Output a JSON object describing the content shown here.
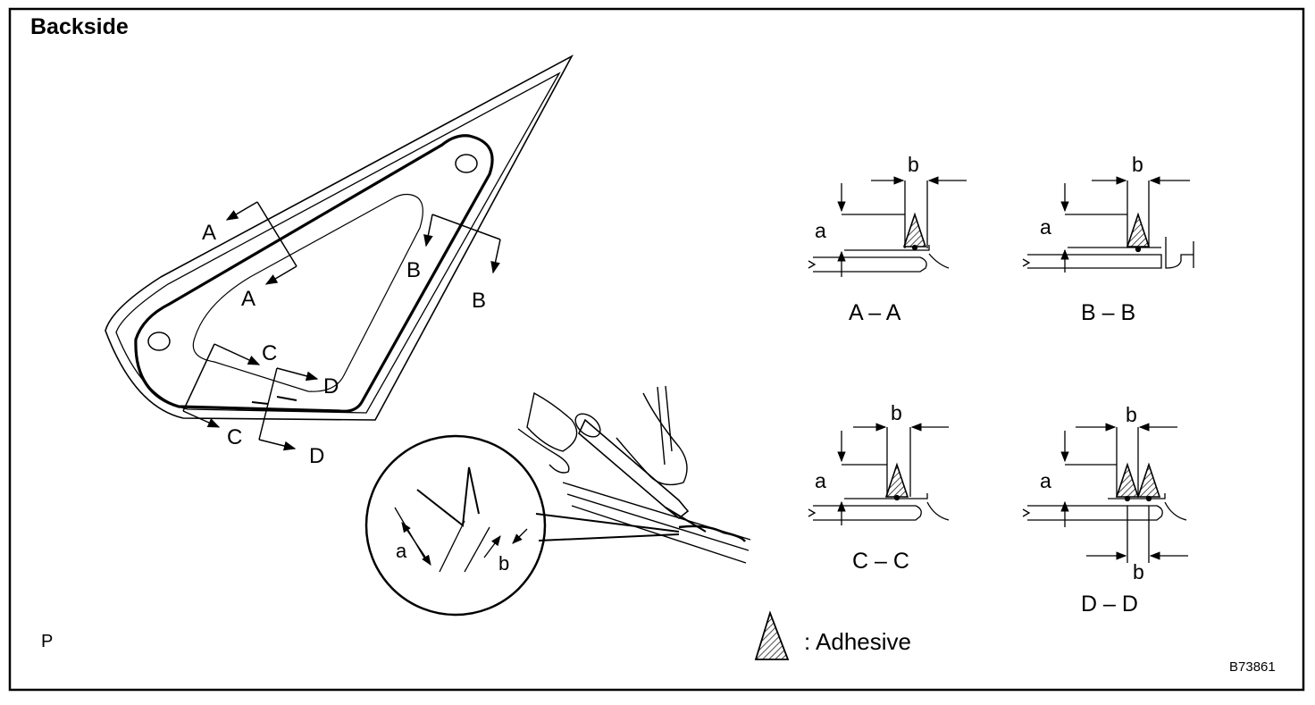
{
  "title": "Backside",
  "corner_mark": "P",
  "figure_code": "B73861",
  "legend": {
    "symbol": "adhesive-triangle",
    "text": ": Adhesive"
  },
  "main_view": {
    "cut_labels": [
      "A",
      "A",
      "B",
      "B",
      "C",
      "C",
      "D",
      "D"
    ]
  },
  "detail_view": {
    "dim_a": "a",
    "dim_b": "b"
  },
  "sections": [
    {
      "label": "A – A",
      "dim_a": "a",
      "dim_b": "b"
    },
    {
      "label": "B – B",
      "dim_a": "a",
      "dim_b": "b"
    },
    {
      "label": "C – C",
      "dim_a": "a",
      "dim_b": "b"
    },
    {
      "label": "D – D",
      "dim_a": "a",
      "dim_b": "b",
      "dim_b2": "b"
    }
  ],
  "colors": {
    "line": "#000000",
    "background": "#ffffff"
  }
}
